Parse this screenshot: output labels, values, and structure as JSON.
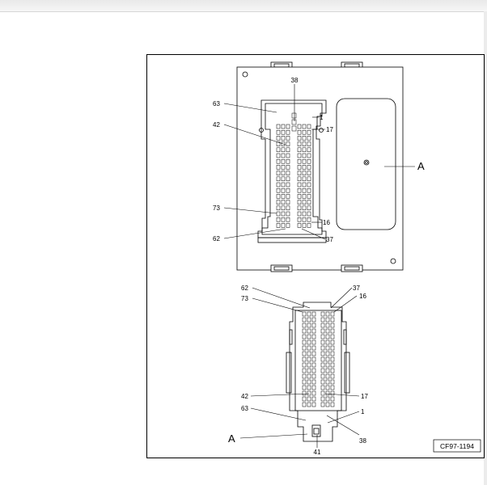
{
  "figure": {
    "reference_code": "CF97-1194",
    "upper_view": {
      "label_a": "A",
      "pins": {
        "p38": "38",
        "p63": "63",
        "p1": "1",
        "p42": "42",
        "p17": "17",
        "p73": "73",
        "p16": "16",
        "p62": "62",
        "p37": "37"
      }
    },
    "lower_view": {
      "label_a": "A",
      "pins": {
        "p62": "62",
        "p37": "37",
        "p73": "73",
        "p16": "16",
        "p42": "42",
        "p17": "17",
        "p63": "63",
        "p1": "1",
        "p38": "38",
        "p41": "41"
      }
    }
  }
}
